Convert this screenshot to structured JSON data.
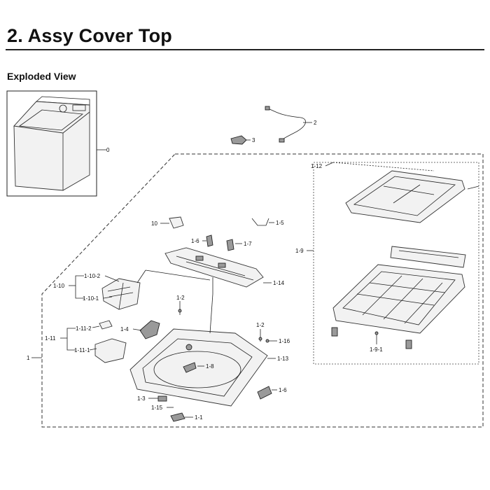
{
  "title": "2.  Assy Cover Top",
  "subtitle": "Exploded View",
  "callouts": [
    {
      "id": "c0",
      "text": "0"
    },
    {
      "id": "c2",
      "text": "2"
    },
    {
      "id": "c3",
      "text": "3"
    },
    {
      "id": "c1-12",
      "text": "1-12"
    },
    {
      "id": "c1-9",
      "text": "1-9"
    },
    {
      "id": "c10",
      "text": "10"
    },
    {
      "id": "c1-5",
      "text": "1-5"
    },
    {
      "id": "c1-6a",
      "text": "1-6"
    },
    {
      "id": "c1-7",
      "text": "1-7"
    },
    {
      "id": "c1-10",
      "text": "1-10"
    },
    {
      "id": "c1-10-2",
      "text": "1-10-2"
    },
    {
      "id": "c1-10-1",
      "text": "1-10-1"
    },
    {
      "id": "c1-14",
      "text": "1-14"
    },
    {
      "id": "c1-2a",
      "text": "1-2"
    },
    {
      "id": "c1-4",
      "text": "1-4"
    },
    {
      "id": "c1-11-2",
      "text": "1-11-2"
    },
    {
      "id": "c1-11",
      "text": "1-11"
    },
    {
      "id": "c1-11-1",
      "text": "1-11-1"
    },
    {
      "id": "c1",
      "text": "1"
    },
    {
      "id": "c1-8",
      "text": "1-8"
    },
    {
      "id": "c1-2b",
      "text": "1-2"
    },
    {
      "id": "c1-16",
      "text": "1-16"
    },
    {
      "id": "c1-13",
      "text": "1-13"
    },
    {
      "id": "c1-9-1",
      "text": "1-9-1"
    },
    {
      "id": "c1-6b",
      "text": "1-6"
    },
    {
      "id": "c1-3",
      "text": "1-3"
    },
    {
      "id": "c1-15",
      "text": "1-15"
    },
    {
      "id": "c1-1",
      "text": "1-1"
    }
  ]
}
